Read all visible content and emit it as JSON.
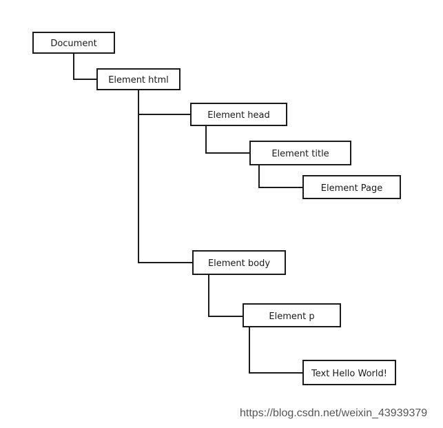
{
  "tree": {
    "nodes": [
      {
        "id": "document",
        "label": "Document"
      },
      {
        "id": "html",
        "label": "Element html"
      },
      {
        "id": "head",
        "label": "Element head"
      },
      {
        "id": "title",
        "label": "Element title"
      },
      {
        "id": "page",
        "label": "Element Page"
      },
      {
        "id": "body",
        "label": "Element body"
      },
      {
        "id": "p",
        "label": "Element p"
      },
      {
        "id": "text",
        "label": "Text Hello World!"
      }
    ]
  },
  "watermark": "https://blog.csdn.net/weixin_43939379"
}
